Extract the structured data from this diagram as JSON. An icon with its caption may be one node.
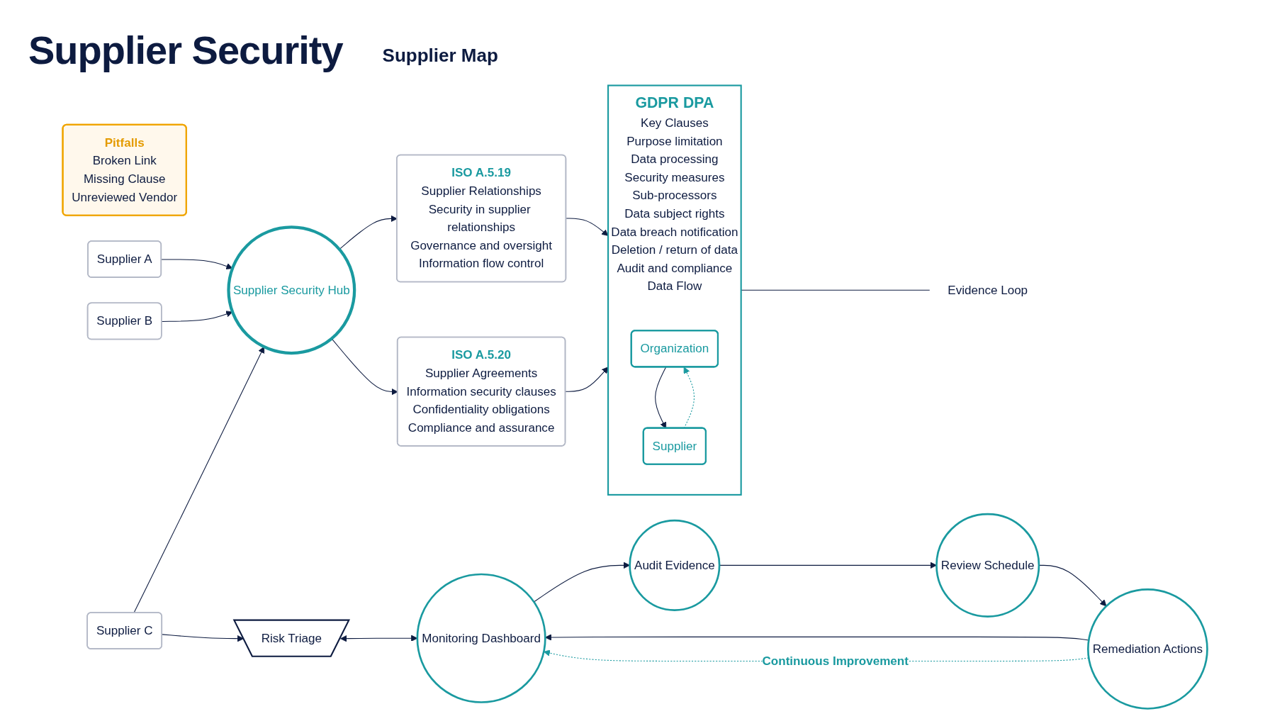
{
  "diagram": {
    "title": "Supplier Security",
    "nodes": [
      {
        "text": [
          "Supplier A"
        ]
      },
      {
        "text": [
          "Supplier B"
        ]
      },
      {
        "text": [
          "Supplier C"
        ]
      },
      {
        "text": [
          "Supplier Security Hub"
        ]
      },
      {
        "text": [
          "ISO A.5.19",
          "Supplier Relationships",
          "Security in supplier relationships",
          "Governance and oversight",
          "Information flow control"
        ]
      },
      {
        "text": [
          "ISO A.5.20",
          "Supplier Agreements",
          "Information security clauses",
          "Confidentiality obligations",
          "Compliance and assurance"
        ]
      },
      {
        "text": [
          "GDPR DPA",
          "Key Clauses",
          "Purpose limitation",
          "Data processing",
          "Security measures",
          "Sub-processors",
          "Data subject rights",
          "Data breach notification",
          "Deletion / return of data",
          "Audit and compliance",
          "Data Flow"
        ]
      },
      {
        "text": [
          "Organization"
        ],
        "in": 6
      },
      {
        "text": [
          "Supplier"
        ],
        "in": 6
      },
      {
        "text": [
          "Risk Triage"
        ]
      },
      {
        "text": [
          "Audit Evidence"
        ]
      },
      {
        "text": [
          "Review Schedule"
        ]
      },
      {
        "text": [
          "Evidence Loop"
        ]
      },
      {
        "text": [
          "Monitoring Dashboard"
        ]
      },
      {
        "text": [
          "Remediation Actions"
        ]
      },
      {
        "text": [
          "Pitfalls",
          "Broken Link",
          "Missing Clause",
          "Unreviewed Vendor"
        ]
      }
    ],
    "edges": [
      {
        "from": 0,
        "to": 3,
        "arrow": "to"
      },
      {
        "from": 1,
        "to": 3,
        "arrow": "to"
      },
      {
        "from": 2,
        "to": 3,
        "arrow": "to"
      },
      {
        "from": 2,
        "to": 9,
        "arrow": "to"
      },
      {
        "from": 3,
        "to": 4,
        "arrow": "to"
      },
      {
        "from": 3,
        "to": 5,
        "arrow": "to"
      },
      {
        "from": 4,
        "to": 6,
        "arrow": "to"
      },
      {
        "from": 5,
        "to": 6,
        "arrow": "to"
      },
      {
        "from": 7,
        "to": 8,
        "arrow": "to"
      },
      {
        "from": 8,
        "to": 7,
        "arrow": "to",
        "style": "dashed",
        "color": "#1a9aa0"
      },
      {
        "from": 6,
        "to": 12,
        "arrow": "none"
      },
      {
        "from": 10,
        "to": 11,
        "arrow": "to"
      },
      {
        "from": 11,
        "to": 14,
        "arrow": "to"
      },
      {
        "from": 14,
        "to": 13,
        "arrow": "to"
      },
      {
        "from": 13,
        "to": 10,
        "arrow": "to"
      },
      {
        "from": 9,
        "to": 13,
        "arrow": "both"
      },
      {
        "from": 14,
        "to": 13,
        "arrow": "to",
        "label": "Continuous Improvement",
        "style": "dashed",
        "color": "#1a9aa0"
      }
    ],
    "labels": [
      "Supplier Map"
    ]
  }
}
